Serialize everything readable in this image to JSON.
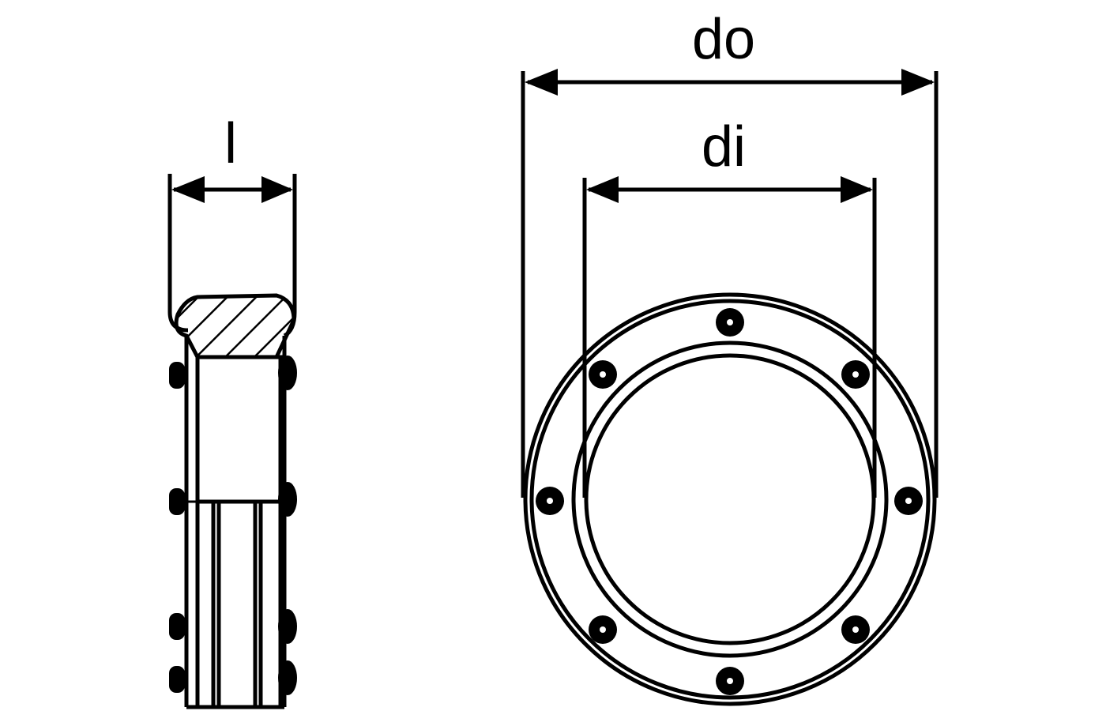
{
  "labels": {
    "length": "l",
    "outer_diameter": "do",
    "inner_diameter": "di"
  },
  "colors": {
    "line": "#000000",
    "background": "#ffffff"
  }
}
